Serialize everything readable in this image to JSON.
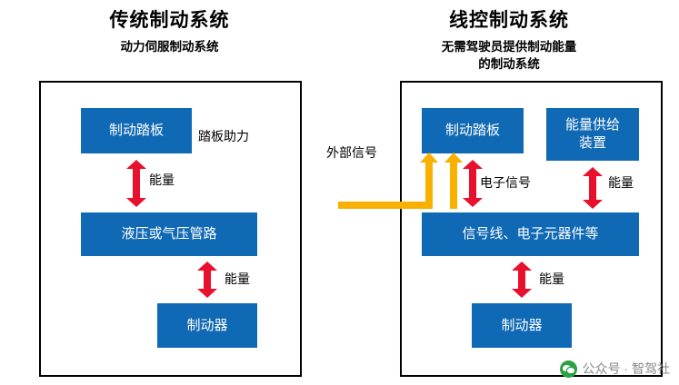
{
  "left": {
    "title": "传统制动系统",
    "subtitle": "动力伺服制动系统",
    "boxes": {
      "pedal": "制动踏板",
      "line": "液压或气压管路",
      "brake": "制动器"
    },
    "labels": {
      "pedal_assist": "踏板助力",
      "energy_upper": "能量",
      "energy_lower": "能量"
    }
  },
  "right": {
    "title": "线控制动系统",
    "subtitle_line1": "无需驾驶员提供制动能量",
    "subtitle_line2": "的制动系统",
    "boxes": {
      "pedal": "制动踏板",
      "supply": "能量供给\n装置",
      "supply_line1": "能量供给",
      "supply_line2": "装置",
      "signal": "信号线、电子元器件等",
      "brake": "制动器"
    },
    "labels": {
      "external_signal": "外部信号",
      "electronic_signal": "电子信号",
      "energy_right": "能量",
      "energy_lower": "能量"
    }
  },
  "footer": {
    "icon": "wechat-icon",
    "text": "公众号 · 智驾社"
  },
  "colors": {
    "box_blue": "#1069b4",
    "arrow_red": "#e8112d",
    "arrow_yellow": "#f9b000",
    "frame_border": "#000000",
    "footer_text": "#888888"
  }
}
